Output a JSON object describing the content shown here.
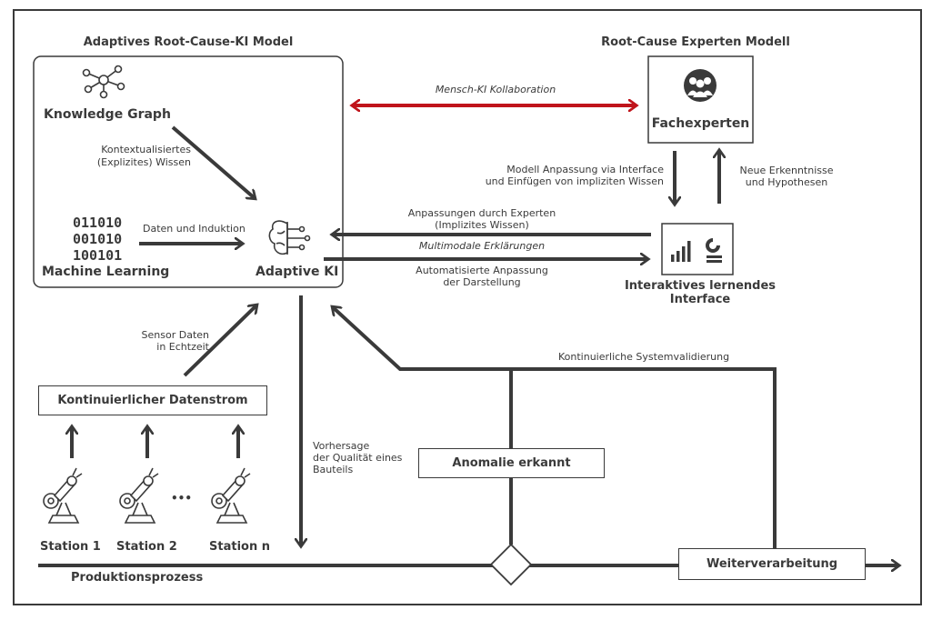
{
  "titles": {
    "ai_model": "Adaptives Root-Cause-KI Model",
    "expert_model": "Root-Cause Experten Modell"
  },
  "nodes": {
    "knowledge_graph": "Knowledge Graph",
    "machine_learning": "Machine Learning",
    "adaptive_ki": "Adaptive KI",
    "fachexperten": "Fachexperten",
    "interface_line1": "Interaktives lernendes",
    "interface_line2": "Interface",
    "datenstrom": "Kontinuierlicher Datenstrom",
    "anomalie": "Anomalie erkannt",
    "weiterverarbeitung": "Weiterverarbeitung",
    "produktionsprozess": "Produktionsprozess"
  },
  "binary": [
    "011010",
    "001010",
    "100101"
  ],
  "stations": [
    "Station 1",
    "Station 2",
    "Station n"
  ],
  "ellipsis": "•••",
  "labels": {
    "kontext_1": "Kontextualisiertes",
    "kontext_2": "(Explizites) Wissen",
    "daten_induktion": "Daten und Induktion",
    "mensch_ki": "Mensch-KI Kollaboration",
    "modell_anpassung_1": "Modell Anpassung via Interface",
    "modell_anpassung_2": "und Einfügen von impliziten Wissen",
    "neue_erkenntnisse_1": "Neue Erkenntnisse",
    "neue_erkenntnisse_2": "und Hypothesen",
    "anpassungen_1": "Anpassungen durch Experten",
    "anpassungen_2": "(Implizites Wissen)",
    "multimodal": "Multimodale Erklärungen",
    "auto_anpassung_1": "Automatisierte Anpassung",
    "auto_anpassung_2": "der Darstellung",
    "sensor_1": "Sensor Daten",
    "sensor_2": "in Echtzeit",
    "validierung": "Kontinuierliche Systemvalidierung",
    "vorhersage_1": "Vorhersage",
    "vorhersage_2": "der Qualität eines",
    "vorhersage_3": "Bauteils"
  },
  "icons": [
    "knowledge-graph-icon",
    "brain-circuit-icon",
    "people-group-icon",
    "dashboard-chart-icon",
    "robot-arm-icon"
  ],
  "colors": {
    "ink": "#3a3a3a",
    "collaboration_arrow": "#c0141b"
  }
}
